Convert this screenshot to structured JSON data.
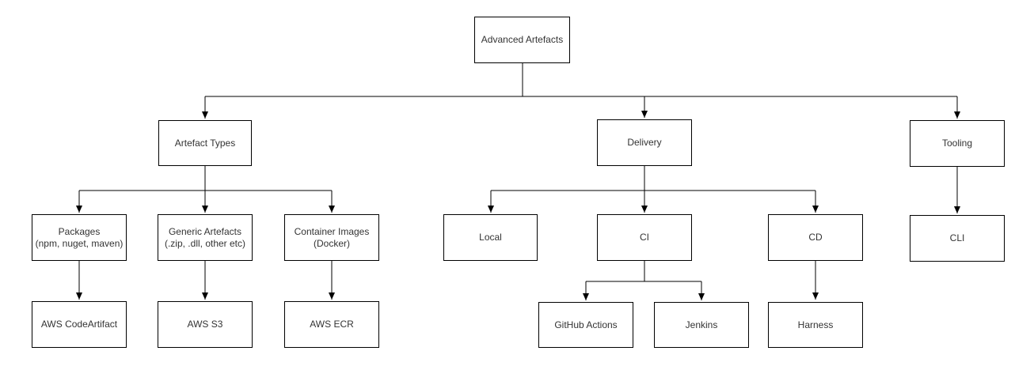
{
  "diagram": {
    "title": "Advanced Artefacts",
    "colors": {
      "background": "#ffffff",
      "node_fill": "#ffffff",
      "stroke": "#000000",
      "text": "#333333"
    },
    "nodes": {
      "advanced_artefacts": {
        "lines": [
          "Advanced Artefacts"
        ]
      },
      "artefact_types": {
        "lines": [
          "Artefact Types"
        ]
      },
      "delivery": {
        "lines": [
          "Delivery"
        ]
      },
      "tooling": {
        "lines": [
          "Tooling"
        ]
      },
      "packages": {
        "lines": [
          "Packages",
          "(npm, nuget, maven)"
        ]
      },
      "generic_artefacts": {
        "lines": [
          "Generic Artefacts",
          "(.zip, .dll, other etc)"
        ]
      },
      "container_images": {
        "lines": [
          "Container Images",
          "(Docker)"
        ]
      },
      "local": {
        "lines": [
          "Local"
        ]
      },
      "ci": {
        "lines": [
          "CI"
        ]
      },
      "cd": {
        "lines": [
          "CD"
        ]
      },
      "cli": {
        "lines": [
          "CLI"
        ]
      },
      "aws_codeartifact": {
        "lines": [
          "AWS CodeArtifact"
        ]
      },
      "aws_s3": {
        "lines": [
          "AWS S3"
        ]
      },
      "aws_ecr": {
        "lines": [
          "AWS ECR"
        ]
      },
      "github_actions": {
        "lines": [
          "GitHub Actions"
        ]
      },
      "jenkins": {
        "lines": [
          "Jenkins"
        ]
      },
      "harness": {
        "lines": [
          "Harness"
        ]
      }
    },
    "edges": [
      {
        "from": "advanced_artefacts",
        "to": "artefact_types"
      },
      {
        "from": "advanced_artefacts",
        "to": "delivery"
      },
      {
        "from": "advanced_artefacts",
        "to": "tooling"
      },
      {
        "from": "artefact_types",
        "to": "packages"
      },
      {
        "from": "artefact_types",
        "to": "generic_artefacts"
      },
      {
        "from": "artefact_types",
        "to": "container_images"
      },
      {
        "from": "delivery",
        "to": "local"
      },
      {
        "from": "delivery",
        "to": "ci"
      },
      {
        "from": "delivery",
        "to": "cd"
      },
      {
        "from": "tooling",
        "to": "cli"
      },
      {
        "from": "packages",
        "to": "aws_codeartifact"
      },
      {
        "from": "generic_artefacts",
        "to": "aws_s3"
      },
      {
        "from": "container_images",
        "to": "aws_ecr"
      },
      {
        "from": "ci",
        "to": "github_actions"
      },
      {
        "from": "ci",
        "to": "jenkins"
      },
      {
        "from": "cd",
        "to": "harness"
      }
    ]
  }
}
